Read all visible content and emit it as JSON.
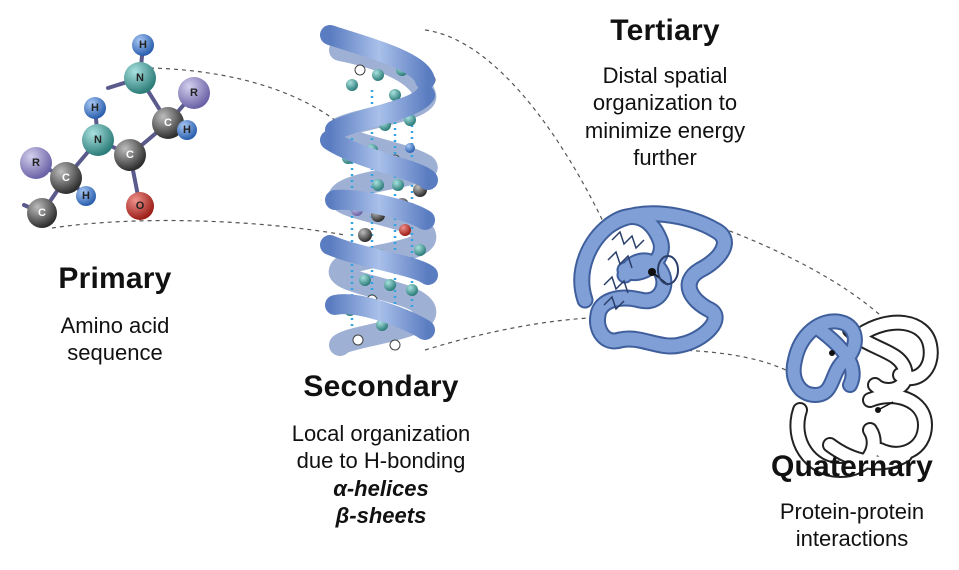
{
  "primary": {
    "title": "Primary",
    "description": [
      "Amino acid",
      "sequence"
    ],
    "atoms": {
      "h": "H",
      "n": "N",
      "c": "C",
      "r": "R",
      "o": "O"
    }
  },
  "secondary": {
    "title": "Secondary",
    "description": [
      "Local organization",
      "due to H-bonding"
    ],
    "structures": [
      "α-helices",
      "β-sheets"
    ]
  },
  "tertiary": {
    "title": "Tertiary",
    "description": [
      "Distal spatial",
      "organization to",
      "minimize energy",
      "further"
    ]
  },
  "quaternary": {
    "title": "Quaternary",
    "description": [
      "Protein-protein",
      "interactions"
    ]
  },
  "colors": {
    "helix_blue": "#7f9fd6",
    "helix_dark": "#3f5e9c",
    "carbon": "#4a4a4a",
    "nitrogen": "#3d9b98",
    "hydrogen": "#3f79c9",
    "oxygen": "#c0302a",
    "r_group": "#8e86c2",
    "bond": "#5a5a8c",
    "hbond": "#35a3e0",
    "connector": "#555555"
  }
}
